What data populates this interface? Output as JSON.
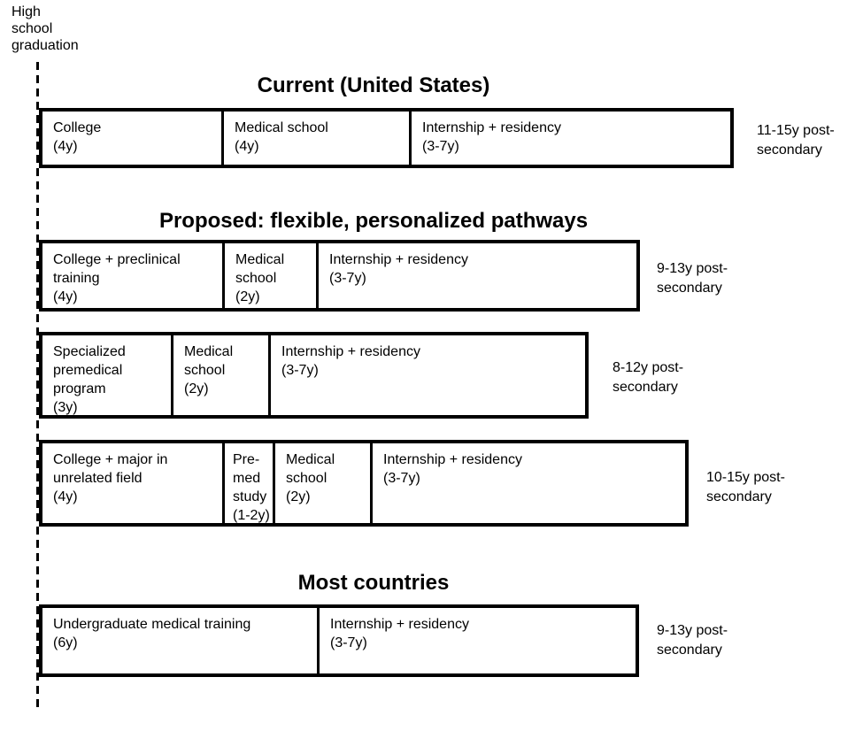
{
  "colors": {
    "ink": "#000000",
    "background": "#ffffff"
  },
  "labels": {
    "high_school": "High\nschool\ngraduation"
  },
  "sections": [
    {
      "title": "Current (United States)",
      "bars": [
        {
          "cells": [
            {
              "label": "College\n(4y)"
            },
            {
              "label": "Medical school\n(4y)"
            },
            {
              "label": "Internship + residency\n(3-7y)"
            }
          ],
          "duration": "11-15y post-\nsecondary"
        }
      ]
    },
    {
      "title": "Proposed: flexible, personalized pathways",
      "bars": [
        {
          "cells": [
            {
              "label": "College + preclinical\ntraining\n(4y)"
            },
            {
              "label": "Medical\nschool\n(2y)"
            },
            {
              "label": "Internship + residency\n(3-7y)"
            }
          ],
          "duration": "9-13y post-\nsecondary"
        },
        {
          "cells": [
            {
              "label": "Specialized\npremedical\nprogram\n(3y)"
            },
            {
              "label": "Medical\nschool\n(2y)"
            },
            {
              "label": "Internship + residency\n(3-7y)"
            }
          ],
          "duration": "8-12y post-\nsecondary"
        },
        {
          "cells": [
            {
              "label": "College + major in\nunrelated field\n(4y)"
            },
            {
              "label": "Pre-\nmed\nstudy\n(1-2y)"
            },
            {
              "label": "Medical\nschool\n(2y)"
            },
            {
              "label": "Internship + residency\n(3-7y)"
            }
          ],
          "duration": "10-15y post-\nsecondary"
        }
      ]
    },
    {
      "title": "Most countries",
      "bars": [
        {
          "cells": [
            {
              "label": "Undergraduate medical training\n(6y)"
            },
            {
              "label": "Internship + residency\n(3-7y)"
            }
          ],
          "duration": "9-13y post-\nsecondary"
        }
      ]
    }
  ]
}
